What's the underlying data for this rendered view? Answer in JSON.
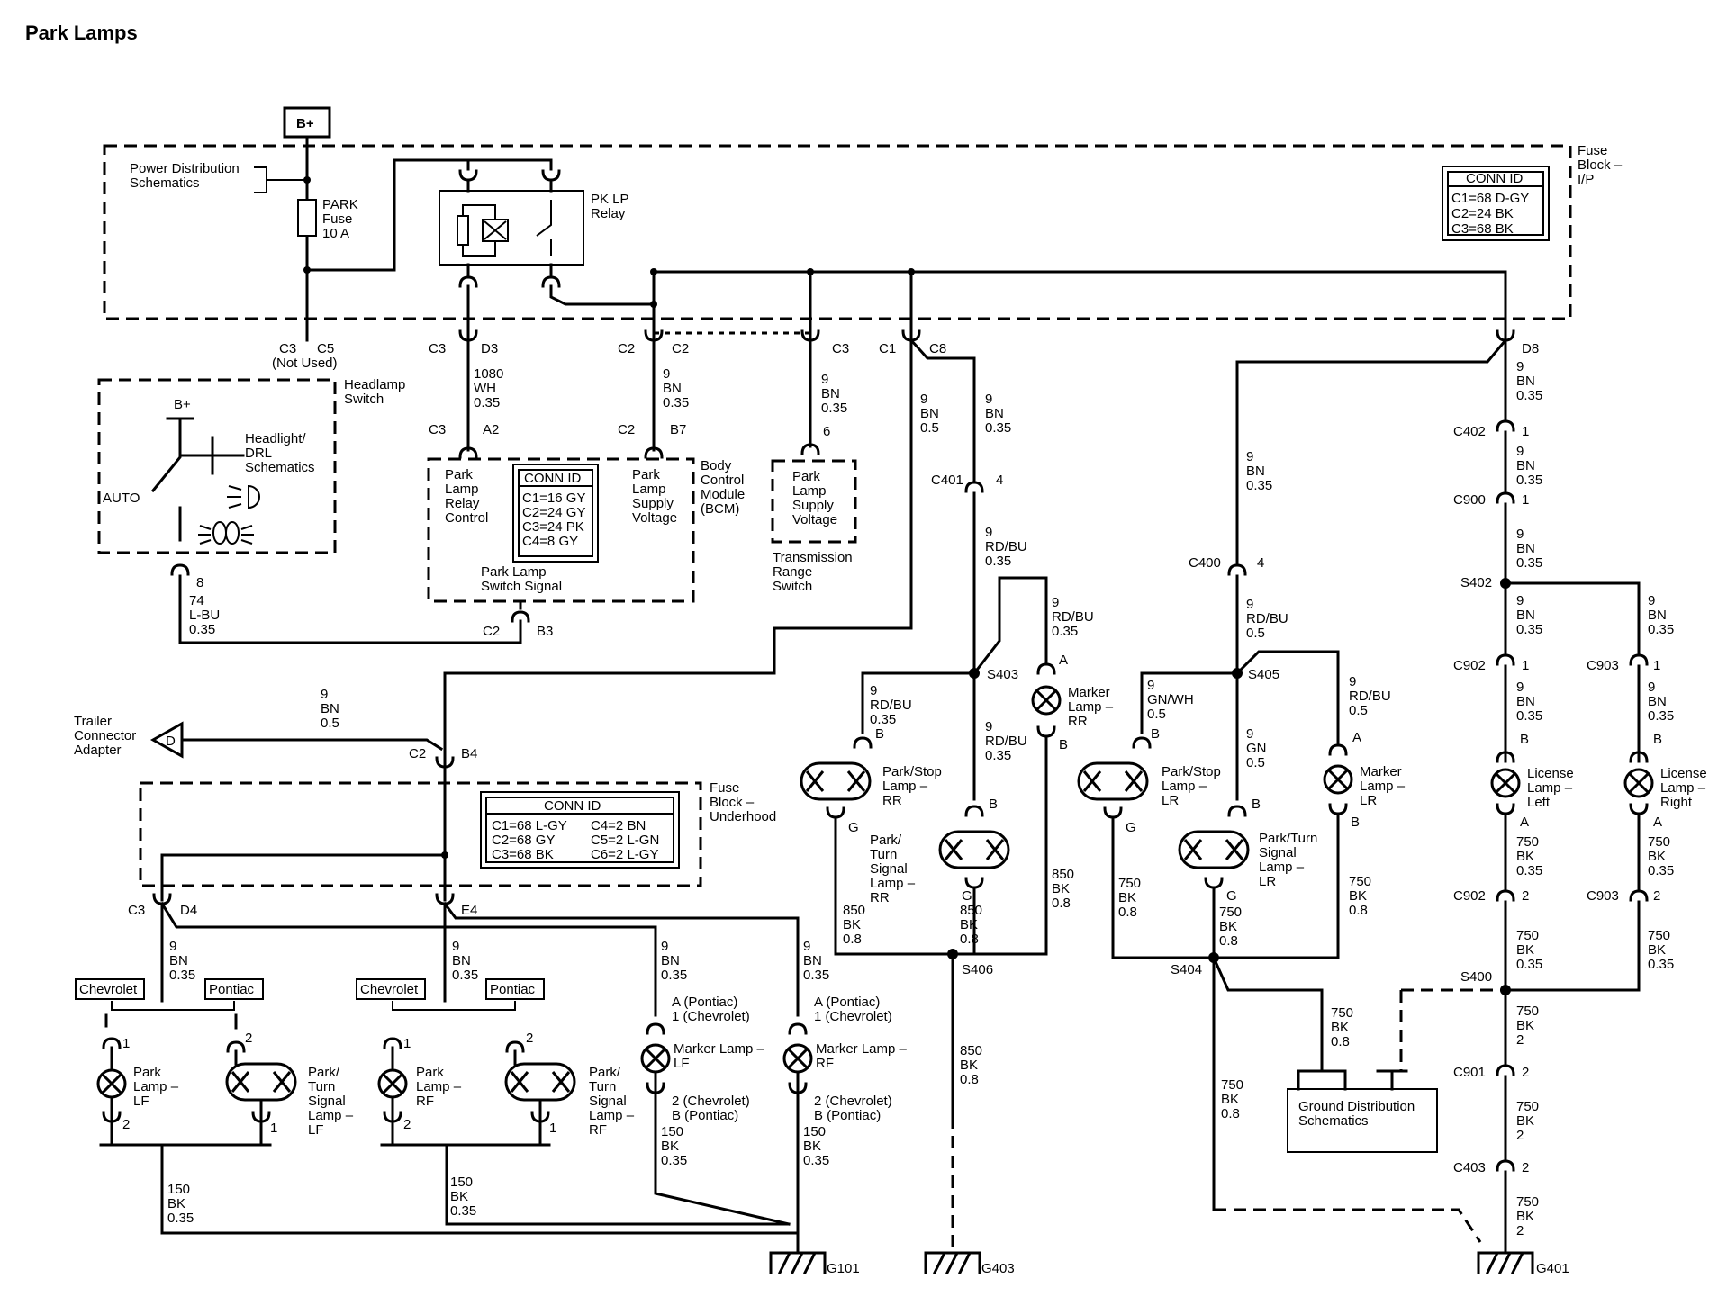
{
  "title": "Park Lamps",
  "power": {
    "bplus_top": "B+",
    "bplus_switch": "B+"
  },
  "fuse_block_ip": {
    "label": [
      "Fuse",
      "Block –",
      "I/P"
    ],
    "conn_id": {
      "header": "CONN ID",
      "rows": [
        "C1=68 D-GY",
        "C2=24 BK",
        "C3=68 BK"
      ]
    },
    "power_dist": [
      "Power Distribution",
      "Schematics"
    ],
    "fuse": [
      "PARK",
      "Fuse",
      "10 A"
    ],
    "relay": [
      "PK LP",
      "Relay"
    ],
    "fuse_conn": [
      "C3",
      "C5",
      "(Not Used)"
    ]
  },
  "headlamp_switch": {
    "label": [
      "Headlamp",
      "Switch"
    ],
    "auto": "AUTO",
    "ref": [
      "Headlight/",
      "DRL",
      "Schematics"
    ],
    "pin": "8",
    "wire": [
      "74",
      "L-BU",
      "0.35"
    ]
  },
  "bcm": {
    "label": [
      "Body",
      "Control",
      "Module",
      "(BCM)"
    ],
    "conn_id": {
      "header": "CONN ID",
      "rows": [
        "C1=16 GY",
        "C2=24 GY",
        "C3=24 PK",
        "C4=8 GY"
      ]
    },
    "relay_ctrl": [
      "Park",
      "Lamp",
      "Relay",
      "Control"
    ],
    "supply": [
      "Park",
      "Lamp",
      "Supply",
      "Voltage"
    ],
    "switch_signal": [
      "Park Lamp",
      "Switch Signal"
    ],
    "c3": "C3",
    "a2": "A2",
    "c2": "C2",
    "b7": "B7",
    "c2b": "C2",
    "b3": "B3"
  },
  "trs": {
    "label": [
      "Transmission",
      "Range",
      "Switch"
    ],
    "supply": [
      "Park",
      "Lamp",
      "Supply",
      "Voltage"
    ],
    "pin": "6"
  },
  "ip_pins": {
    "c3d3": [
      "C3",
      "D3"
    ],
    "c2c2": [
      "C2",
      "C2"
    ],
    "c3": "C3",
    "c1c8": [
      "C1",
      "C8"
    ],
    "d8": "D8"
  },
  "wires": {
    "w1080": [
      "1080",
      "WH",
      "0.35"
    ],
    "w9bn035": [
      "9",
      "BN",
      "0.35"
    ],
    "w9bn05": [
      "9",
      "BN",
      "0.5"
    ],
    "w9rdbu035": [
      "9",
      "RD/BU",
      "0.35"
    ],
    "w9rdbu05": [
      "9",
      "RD/BU",
      "0.5"
    ],
    "w9gnwh05": [
      "9",
      "GN/WH",
      "0.5"
    ],
    "w9gn05": [
      "9",
      "GN",
      "0.5"
    ],
    "w850": [
      "850",
      "BK",
      "0.8"
    ],
    "w750_08": [
      "750",
      "BK",
      "0.8"
    ],
    "w750_035": [
      "750",
      "BK",
      "0.35"
    ],
    "w750_2": [
      "750",
      "BK",
      "2"
    ],
    "w150": [
      "150",
      "BK",
      "0.35"
    ]
  },
  "trailer": {
    "label": [
      "Trailer",
      "Connector",
      "Adapter"
    ],
    "pin": "D",
    "c2": "C2",
    "b4": "B4"
  },
  "fuse_block_uh": {
    "label": [
      "Fuse",
      "Block –",
      "Underhood"
    ],
    "conn_id": {
      "header": "CONN ID",
      "rows": [
        [
          "C1=68 L-GY",
          "C4=2 BN"
        ],
        [
          "C2=68 GY",
          "C5=2 L-GN"
        ],
        [
          "C3=68 BK",
          "C6=2 L-GY"
        ]
      ]
    },
    "c3": "C3",
    "d4": "D4",
    "e4": "E4"
  },
  "brands": {
    "chev": "Chevrolet",
    "pont": "Pontiac"
  },
  "front_lamps": {
    "park_lf": [
      "Park",
      "Lamp –",
      "LF"
    ],
    "turn_lf": [
      "Park/",
      "Turn",
      "Signal",
      "Lamp –",
      "LF"
    ],
    "park_rf": [
      "Park",
      "Lamp –",
      "RF"
    ],
    "turn_rf": [
      "Park/",
      "Turn",
      "Signal",
      "Lamp –",
      "RF"
    ],
    "marker_lf": "Marker Lamp –",
    "marker_lf_side": "LF",
    "marker_rf": "Marker Lamp –",
    "marker_rf_side": "RF",
    "pin_a": "A (Pontiac)",
    "pin_1": "1 (Chevrolet)",
    "pin_2": "2 (Chevrolet)",
    "pin_b": "B (Pontiac)"
  },
  "rear": {
    "c401": "C401",
    "c400": "C400",
    "c402": "C402",
    "c900": "C900",
    "c902": "C902",
    "c903": "C903",
    "c901": "C901",
    "c403": "C403",
    "s403": "S403",
    "s405": "S405",
    "s402": "S402",
    "s406": "S406",
    "s404": "S404",
    "s400": "S400",
    "stop_rr": [
      "Park/Stop",
      "Lamp –",
      "RR"
    ],
    "turn_rr": [
      "Park/",
      "Turn",
      "Signal",
      "Lamp –",
      "RR"
    ],
    "marker_rr": [
      "Marker",
      "Lamp –",
      "RR"
    ],
    "stop_lr": [
      "Park/Stop",
      "Lamp –",
      "LR"
    ],
    "turn_lr": [
      "Park/Turn",
      "Signal",
      "Lamp –",
      "LR"
    ],
    "marker_lr": [
      "Marker",
      "Lamp –",
      "LR"
    ],
    "lic_left": [
      "License",
      "Lamp –",
      "Left"
    ],
    "lic_right": [
      "License",
      "Lamp –",
      "Right"
    ]
  },
  "ground": {
    "g101": "G101",
    "g403": "G403",
    "g401": "G401",
    "dist": [
      "Ground Distribution",
      "Schematics"
    ]
  }
}
